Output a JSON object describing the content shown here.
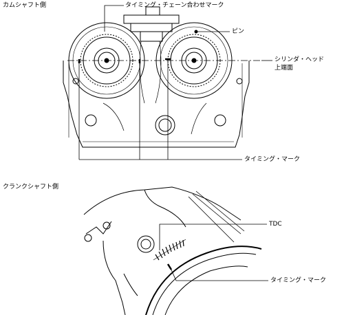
{
  "top_section": {
    "title": "カムシャフト側",
    "label_timing_chain_mark": "タイミング・チェーン合わせマーク",
    "label_pin": "ピン",
    "label_cylinder_head_line1": "シリンダ・ヘッド",
    "label_cylinder_head_line2": "上端面",
    "label_timing_mark": "タイミング・マーク"
  },
  "bottom_section": {
    "title": "クランクシャフト側",
    "label_tdc": "TDC",
    "label_timing_mark": "タイミング・マーク"
  }
}
